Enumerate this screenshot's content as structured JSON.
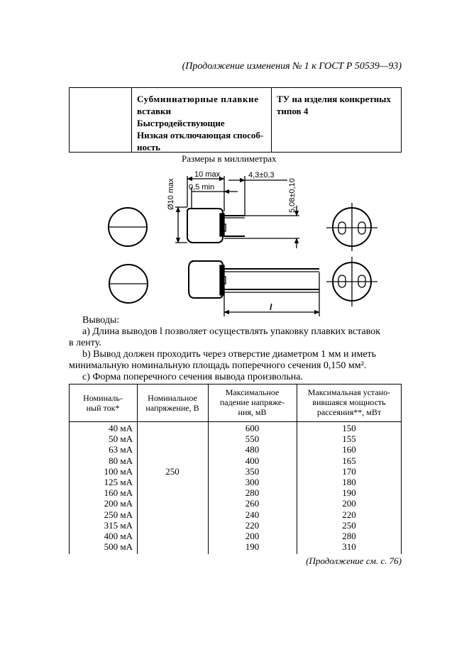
{
  "header": "(Продолжение изменения № 1 к ГОСТ Р 50539—93)",
  "top_table": {
    "col2_lines": [
      "Субминиатюрные плавкие",
      "вставки",
      "Быстродействующие",
      "Низкая отключающая способ-",
      "ность"
    ],
    "col3_lines": [
      "ТУ на изделия конкретных",
      "типов 4"
    ]
  },
  "dimensions_caption": "Размеры в миллиметрах",
  "drawing": {
    "dim_width": "10 max",
    "dim_min": "0,5 min",
    "dim_spacing": "4,3±0,3",
    "dim_diameter": "Ø10 max",
    "dim_pitch": "5,08±0,10",
    "dim_lead": "l"
  },
  "notes": {
    "title": "Выводы:",
    "a_line1": "а) Длина выводов l позволяет осуществлять упаковку плавких вставок",
    "a_line2": "в ленту.",
    "b_line1": "b) Вывод должен проходить через отверстие диаметром 1 мм и иметь",
    "b_line2": "минимальную номинальную площадь поперечного сечения 0,150 мм².",
    "c_line": "c) Форма поперечного сечения вывода произвольна."
  },
  "spec_table": {
    "headers": [
      [
        "Номиналь-",
        "ный ток*"
      ],
      [
        "Номинальное",
        "напряжение, В"
      ],
      [
        "Максимальное",
        "падение напряже-",
        "ния, мВ"
      ],
      [
        "Максимальная устано-",
        "вившаяся мощность",
        "рассеяния**, мВт"
      ]
    ],
    "rated_voltage": "250",
    "currents": [
      "40 мА",
      "50 мА",
      "63 мА",
      "80 мА",
      "100 мА",
      "125 мА",
      "160 мА",
      "200 мА",
      "250 мА",
      "315 мА",
      "400 мА",
      "500 мА"
    ],
    "voltage_drop": [
      "600",
      "550",
      "480",
      "400",
      "350",
      "300",
      "280",
      "260",
      "240",
      "220",
      "200",
      "190"
    ],
    "power": [
      "150",
      "155",
      "160",
      "165",
      "170",
      "180",
      "190",
      "200",
      "220",
      "250",
      "280",
      "310"
    ]
  },
  "footer": "(Продолжение см. с. 76)"
}
